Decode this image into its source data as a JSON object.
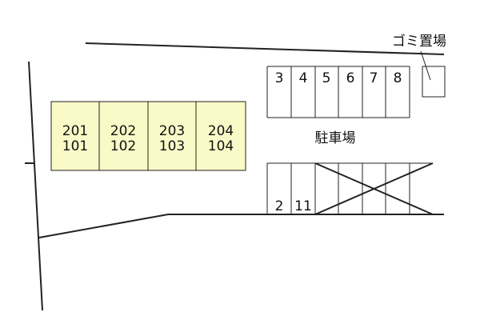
{
  "units": [
    {
      "upper": "201",
      "lower": "101"
    },
    {
      "upper": "202",
      "lower": "102"
    },
    {
      "upper": "203",
      "lower": "103"
    },
    {
      "upper": "204",
      "lower": "104"
    }
  ],
  "parking": {
    "label": "駐車場",
    "top_row": [
      "3",
      "4",
      "5",
      "6",
      "7",
      "8"
    ],
    "bottom_row": [
      "2",
      "11",
      "",
      "",
      "",
      ""
    ]
  },
  "garbage": {
    "label": "ゴミ置場"
  },
  "colors": {
    "building_fill": "#fafac8",
    "line": "#222222"
  }
}
